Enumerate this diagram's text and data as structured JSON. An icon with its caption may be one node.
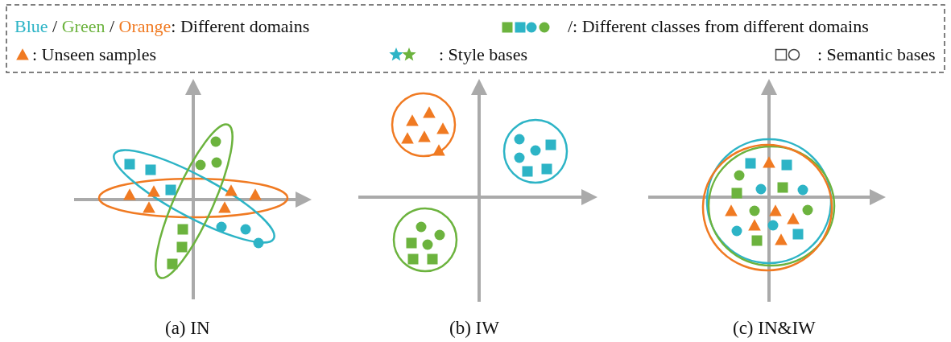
{
  "diagram": {
    "legend": [
      {
        "text": "Blue / Green / Orange: Different domains"
      },
      {
        "text": "/: Different classes from different domains"
      },
      {
        "text": ": Unseen samples"
      },
      {
        "text": ": Style bases"
      },
      {
        "text": ": Semantic bases"
      }
    ],
    "labels": [
      "(a) IN",
      "(b) IW",
      "(c) IN&IW"
    ]
  }
}
